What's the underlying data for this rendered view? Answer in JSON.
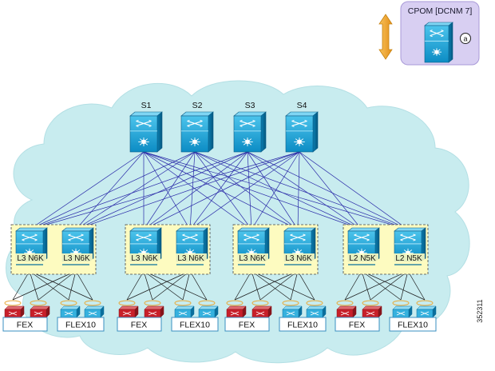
{
  "cpom": {
    "label": "CPOM [DCNM 7]",
    "badge": "a"
  },
  "spines": [
    {
      "label": "S1"
    },
    {
      "label": "S2"
    },
    {
      "label": "S3"
    },
    {
      "label": "S4"
    }
  ],
  "pods": [
    {
      "leaves": [
        "L3 N6K",
        "L3 N6K"
      ],
      "fex": "FEX",
      "flex": "FLEX10"
    },
    {
      "leaves": [
        "L3 N6K",
        "L3 N6K"
      ],
      "fex": "FEX",
      "flex": "FLEX10"
    },
    {
      "leaves": [
        "L3 N6K",
        "L3 N6K"
      ],
      "fex": "FEX",
      "flex": "FLEX10"
    },
    {
      "leaves": [
        "L2 N5K",
        "L2 N5K"
      ],
      "fex": "FEX",
      "flex": "FLEX10"
    }
  ],
  "figure_id": "352311",
  "colors": {
    "cloud": "#c8ecef",
    "device": "#1aa3d6",
    "device_dark": "#0a6f9c",
    "link": "#2a2aa8",
    "pod_fill": "#fdfbc0",
    "cpom_fill": "#d8cff2",
    "fex_red": "#c8202a",
    "arrow": "#f2a21e"
  }
}
